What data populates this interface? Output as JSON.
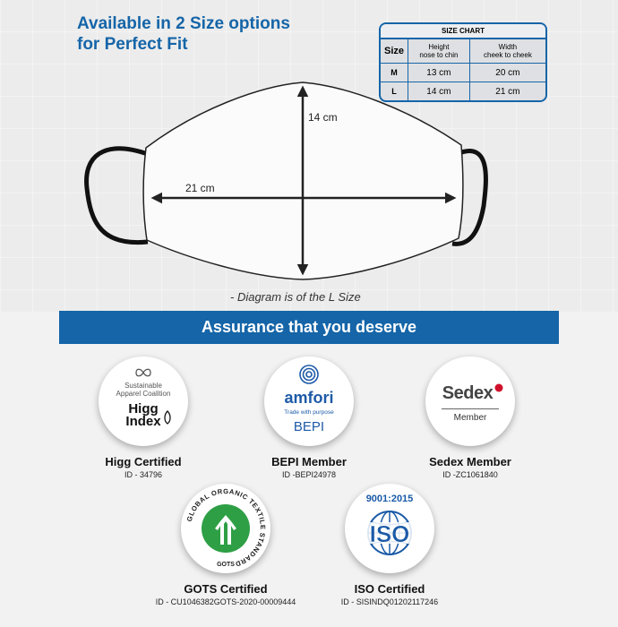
{
  "headline": {
    "line1": "Available in 2 Size options",
    "line2": "for Perfect Fit"
  },
  "size_chart": {
    "title": "SIZE CHART",
    "headers": {
      "size": "Size",
      "height_line1": "Height",
      "height_line2": "nose to chin",
      "width_line1": "Width",
      "width_line2": "cheek to cheek"
    },
    "rows": [
      {
        "size": "M",
        "height": "13 cm",
        "width": "20 cm"
      },
      {
        "size": "L",
        "height": "14 cm",
        "width": "21 cm"
      }
    ]
  },
  "diagram": {
    "height_label": "14 cm",
    "width_label": "21 cm",
    "note": "- Diagram is of the L Size"
  },
  "banner": {
    "title": "Assurance that you deserve"
  },
  "certifications": [
    {
      "name": "Higg Certified",
      "id": "ID - 34796",
      "logo_line1": "Sustainable",
      "logo_line2": "Apparel Coalition",
      "logo_word1": "Higg",
      "logo_word2": "Index",
      "icon": "infinity-icon"
    },
    {
      "name": "BEPI Member",
      "id": "ID -BEPI24978",
      "logo_word": "amfori",
      "logo_sub": "Trade with purpose",
      "logo_word2": "BEPI",
      "icon": "amfori-rings-icon"
    },
    {
      "name": "Sedex Member",
      "id": "ID -ZC1061840",
      "logo_word": "Sedex",
      "logo_sub": "Member",
      "icon": "sedex-dot-icon"
    },
    {
      "name": "GOTS Certified",
      "id": "ID - CU1046382GOTS-2020-00009444",
      "ring_text": "GLOBAL ORGANIC TEXTILE STANDARD",
      "ring_text2": "GOTS",
      "icon": "gots-shirt-icon"
    },
    {
      "name": "ISO Certified",
      "id": "ID - SISINDQ01202117246",
      "logo_top": "9001:2015",
      "logo_word": "ISO",
      "icon": "globe-icon"
    }
  ],
  "colors": {
    "brand_blue": "#1565a8",
    "gots_green": "#2e9f45",
    "iso_blue": "#1a5aa6",
    "sedex_red": "#d0112b"
  }
}
